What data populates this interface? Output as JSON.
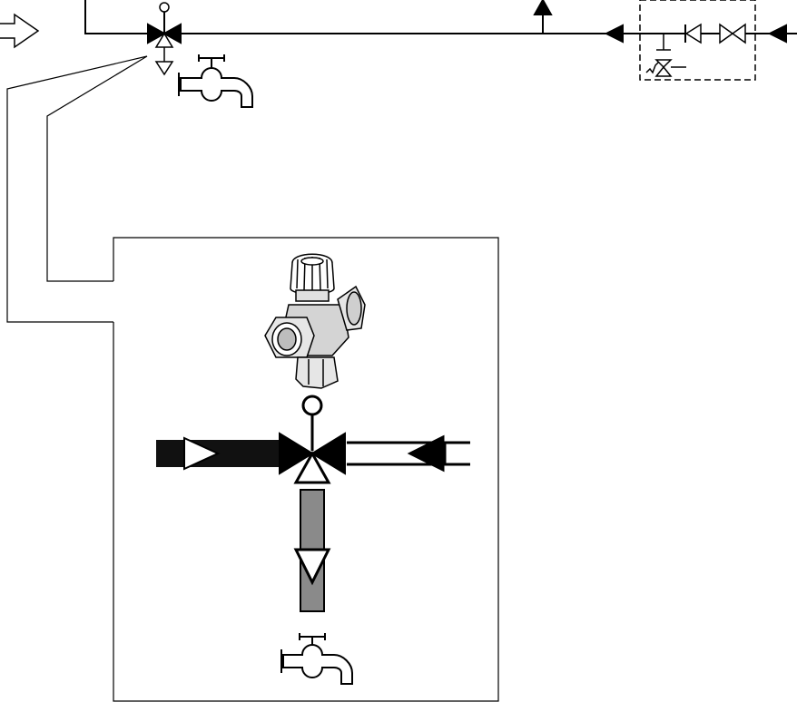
{
  "diagram": {
    "labels": [],
    "colors": {
      "line": "#000000",
      "background": "#ffffff",
      "hot_pipe": "#111111",
      "cold_pipe": "#ffffff",
      "mixed_pipe": "#8a8a8a",
      "valve_body_shade": "#bdbdbd"
    },
    "components": [
      "inlet-arrow-icon",
      "thermostatic-mixing-valve-symbol",
      "outlet-faucet-icon",
      "return-flow-arrow-icon",
      "check-valve-icon",
      "shutoff-valve-icon",
      "pressure-reducing-valve-icon",
      "detail-callout-box",
      "mixing-valve-illustration",
      "hot-water-pipe",
      "cold-water-pipe",
      "mixed-water-pipe",
      "detail-faucet-icon"
    ]
  }
}
